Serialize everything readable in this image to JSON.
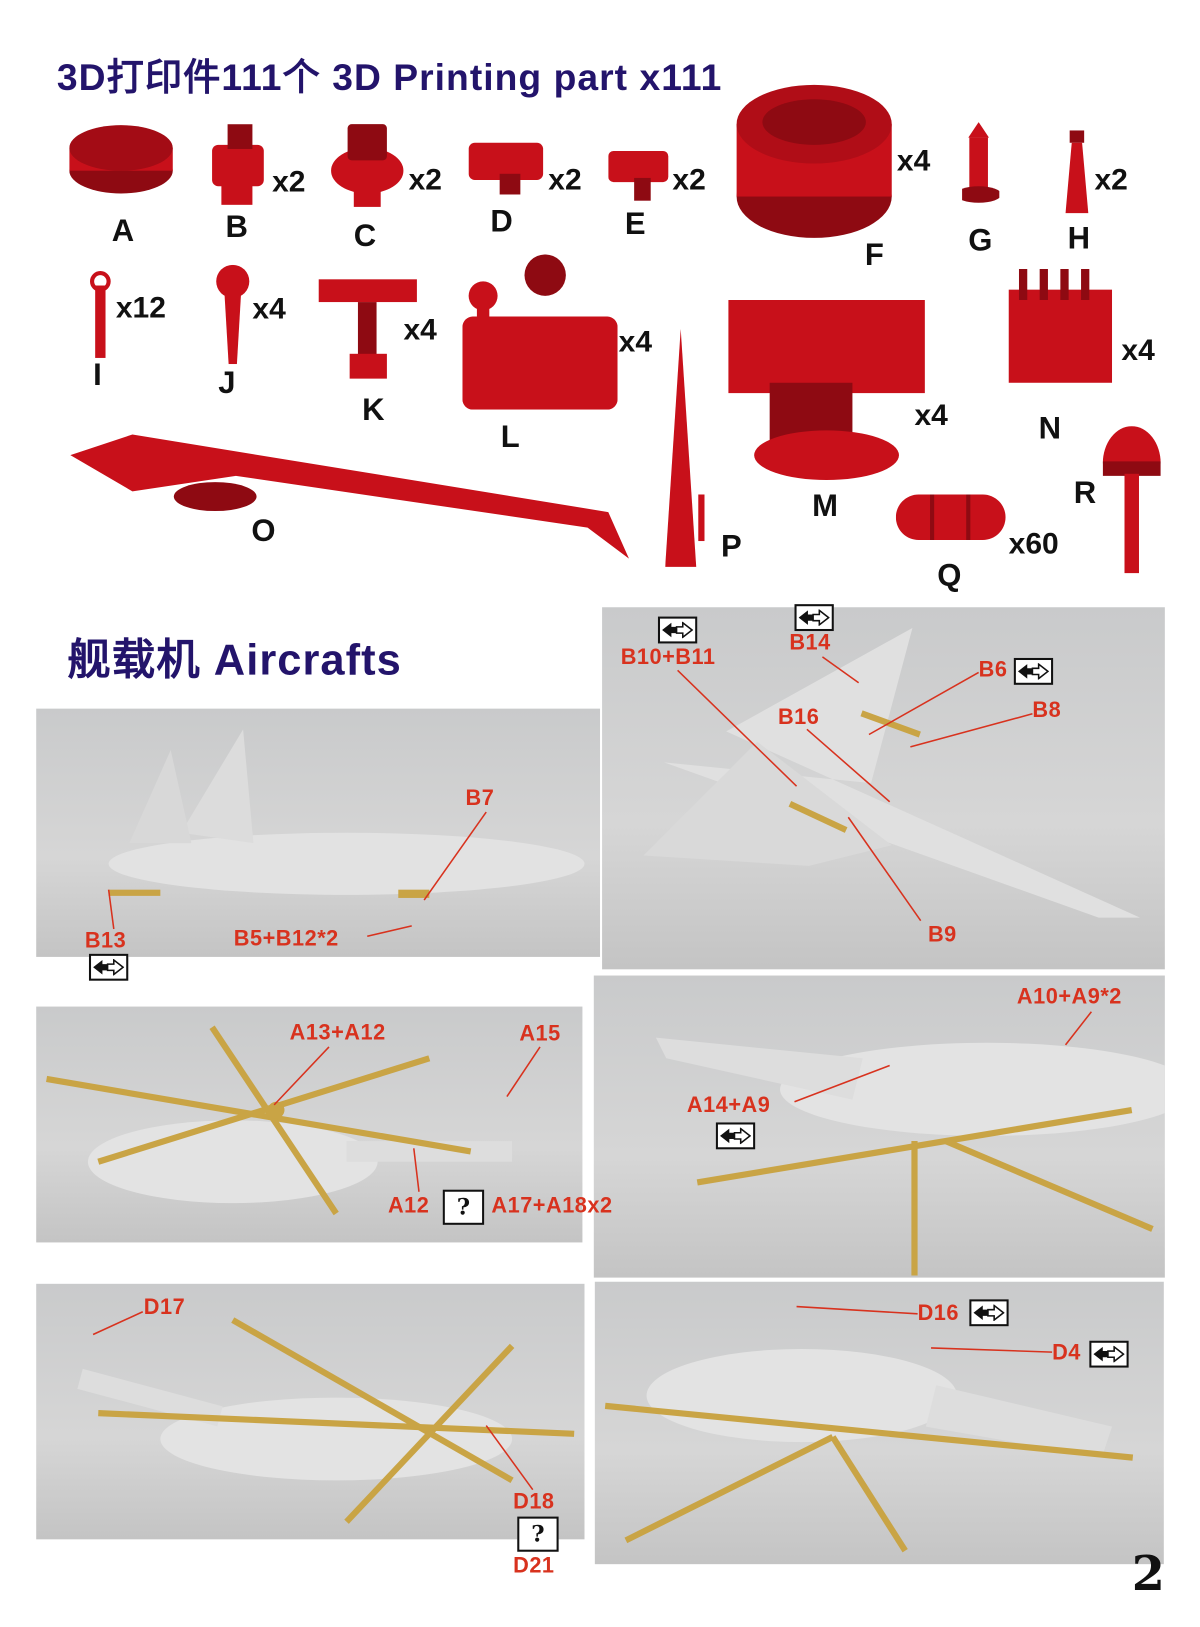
{
  "header": {
    "title": "3D打印件111个 3D Printing part x111"
  },
  "parts": [
    {
      "letter": "A",
      "qty": ""
    },
    {
      "letter": "B",
      "qty": "x2"
    },
    {
      "letter": "C",
      "qty": "x2"
    },
    {
      "letter": "D",
      "qty": "x2"
    },
    {
      "letter": "E",
      "qty": "x2"
    },
    {
      "letter": "F",
      "qty": "x4"
    },
    {
      "letter": "G",
      "qty": ""
    },
    {
      "letter": "H",
      "qty": "x2"
    },
    {
      "letter": "I",
      "qty": "x12"
    },
    {
      "letter": "J",
      "qty": "x4"
    },
    {
      "letter": "K",
      "qty": "x4"
    },
    {
      "letter": "L",
      "qty": "x4"
    },
    {
      "letter": "M",
      "qty": "x4"
    },
    {
      "letter": "N",
      "qty": "x4"
    },
    {
      "letter": "O",
      "qty": ""
    },
    {
      "letter": "P",
      "qty": ""
    },
    {
      "letter": "Q",
      "qty": "x60"
    },
    {
      "letter": "R",
      "qty": ""
    }
  ],
  "aircraft_section": {
    "title": "舰载机 Aircrafts"
  },
  "photos": [
    {
      "name": "fighter-side",
      "callouts": [
        "B7",
        "B13",
        "B5+B12*2"
      ]
    },
    {
      "name": "fighter-top",
      "callouts": [
        "B10+B11",
        "B14",
        "B6",
        "B8",
        "B16",
        "B9"
      ]
    },
    {
      "name": "helicopter-1-side",
      "callouts": [
        "A13+A12",
        "A15",
        "A12",
        "A17+A18x2"
      ]
    },
    {
      "name": "helicopter-1-rear",
      "callouts": [
        "A10+A9*2",
        "A14+A9"
      ]
    },
    {
      "name": "helicopter-2-side",
      "callouts": [
        "D17",
        "D18",
        "D21"
      ]
    },
    {
      "name": "helicopter-2-rear",
      "callouts": [
        "D16",
        "D4"
      ]
    }
  ],
  "question_mark": "?",
  "page_number": "2",
  "colors": {
    "title": "#23146b",
    "part": "#c8101a",
    "callout": "#d8321e"
  }
}
